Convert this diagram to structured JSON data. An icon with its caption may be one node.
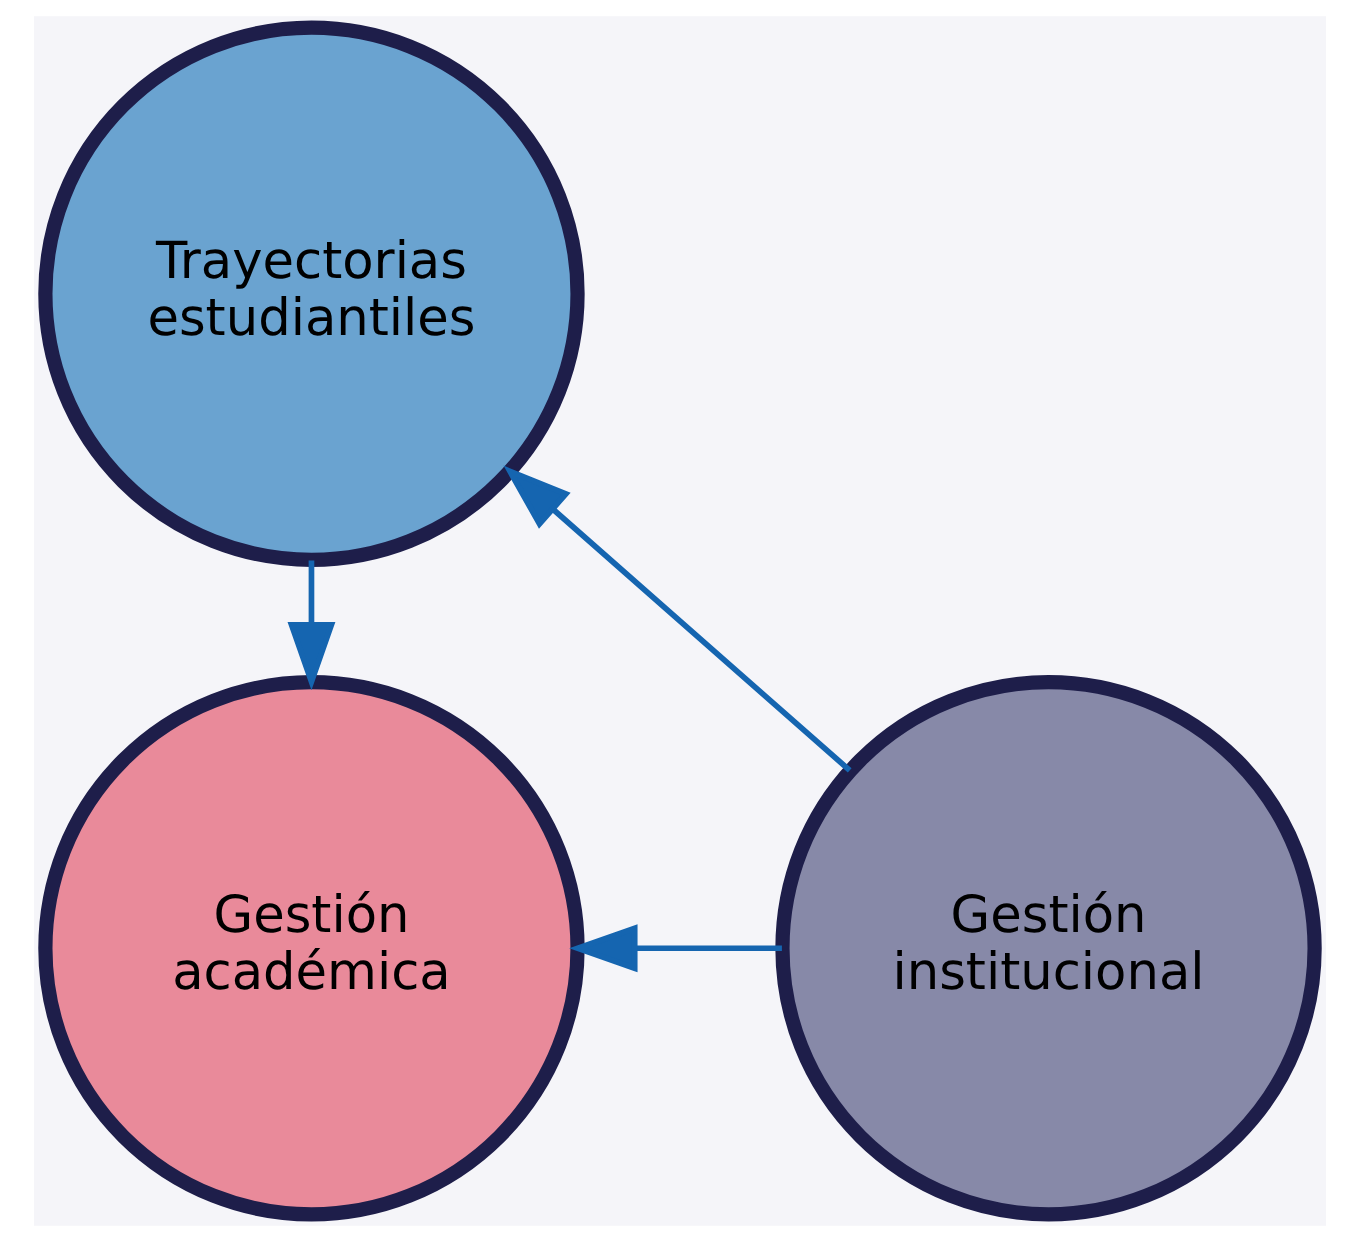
{
  "diagram": {
    "nodes": [
      {
        "text": [
          "Trayectorias estudiantiles"
        ]
      },
      {
        "text": [
          "Gestión académica"
        ]
      },
      {
        "text": [
          "Gestión institucional"
        ]
      }
    ],
    "edges": [
      {
        "from": 0,
        "to": 1,
        "arrow": "to"
      },
      {
        "from": 2,
        "to": 0,
        "arrow": "to"
      },
      {
        "from": 2,
        "to": 1,
        "arrow": "to"
      }
    ]
  }
}
